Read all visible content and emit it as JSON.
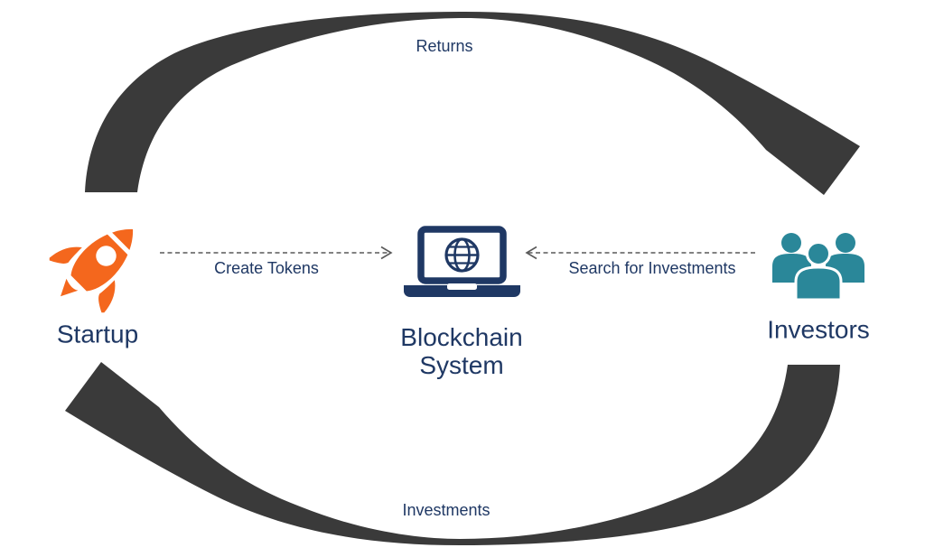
{
  "diagram": {
    "nodes": [
      {
        "id": "startup",
        "label": "Startup",
        "icon": "rocket-icon",
        "icon_color": "#F4671D"
      },
      {
        "id": "blockchain",
        "label": "Blockchain System",
        "icon": "laptop-globe-icon",
        "icon_color": "#1F3864"
      },
      {
        "id": "investors",
        "label": "Investors",
        "icon": "people-group-icon",
        "icon_color": "#2A8799"
      }
    ],
    "flows": [
      {
        "label": "Returns",
        "from": "Startup",
        "to": "Investors",
        "style": "solid-curved-arrow"
      },
      {
        "label": "Create Tokens",
        "from": "Startup",
        "to": "Blockchain System",
        "style": "dashed-arrow"
      },
      {
        "label": "Search for Investments",
        "from": "Investors",
        "to": "Blockchain System",
        "style": "dashed-arrow"
      },
      {
        "label": "Investments",
        "from": "Investors",
        "to": "Startup",
        "style": "solid-curved-arrow"
      }
    ],
    "colors": {
      "background": "#FFFFFF",
      "navy": "#1F3864",
      "orange": "#F4671D",
      "teal": "#2A8799",
      "arrow_gray": "#3A3A3A",
      "dashed_gray": "#595959"
    }
  }
}
